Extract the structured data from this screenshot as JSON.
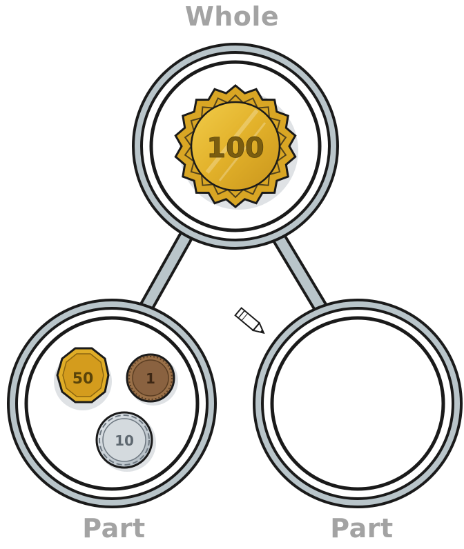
{
  "labels": {
    "whole": "Whole",
    "part_left": "Part",
    "part_right": "Part"
  },
  "coins": {
    "whole": {
      "value": "100",
      "color": "#e2b12a"
    },
    "part_left": [
      {
        "value": "50",
        "color": "#e0ad27",
        "shape": "octagon"
      },
      {
        "value": "1",
        "color": "#9a7048",
        "shape": "circle"
      },
      {
        "value": "10",
        "color": "#c4ccd3",
        "shape": "circle"
      }
    ]
  },
  "colors": {
    "ring": "#b9c5ca",
    "outline": "#1a1a1a",
    "label": "#a3a3a3"
  },
  "icons": [
    "pencil-icon"
  ]
}
